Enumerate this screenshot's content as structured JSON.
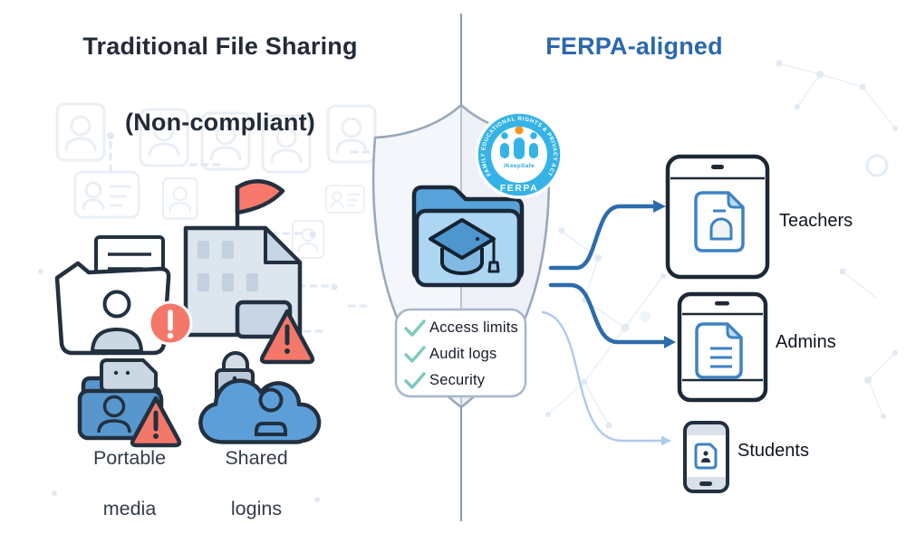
{
  "diagram": {
    "left": {
      "title_line1": "Traditional File Sharing",
      "title_line2": "(Non-compliant)",
      "risks": [
        {
          "line1": "Portable",
          "line2": "media"
        },
        {
          "line1": "Shared",
          "line2": "logins"
        }
      ]
    },
    "right": {
      "title": "FERPA-aligned",
      "badge": {
        "arc_text": "FAMILY EDUCATIONAL RIGHTS & PRIVACY ACT",
        "brand": "iKeepSafe",
        "label": "FERPA"
      },
      "checklist": [
        "Access limits",
        "Audit logs",
        "Security"
      ],
      "recipients": [
        "Teachers",
        "Admins",
        "Students"
      ]
    },
    "colors": {
      "title_dark": "#222B38",
      "title_blue": "#2B68AE",
      "arrow_blue": "#2D6CAC",
      "arrow_light": "#AECBEA",
      "alert_salmon": "#F4786A",
      "flag_red": "#F8796B",
      "badge_cyan": "#35B3E7",
      "badge_orange": "#F7941D",
      "check_teal": "#7FC9BF",
      "folder_blue": "#57A2DA",
      "folder_light": "#ACD6F2",
      "cloud_blue": "#5C9FD8",
      "outline_navy": "#22303F",
      "building_fill": "#DDE5EE"
    }
  }
}
